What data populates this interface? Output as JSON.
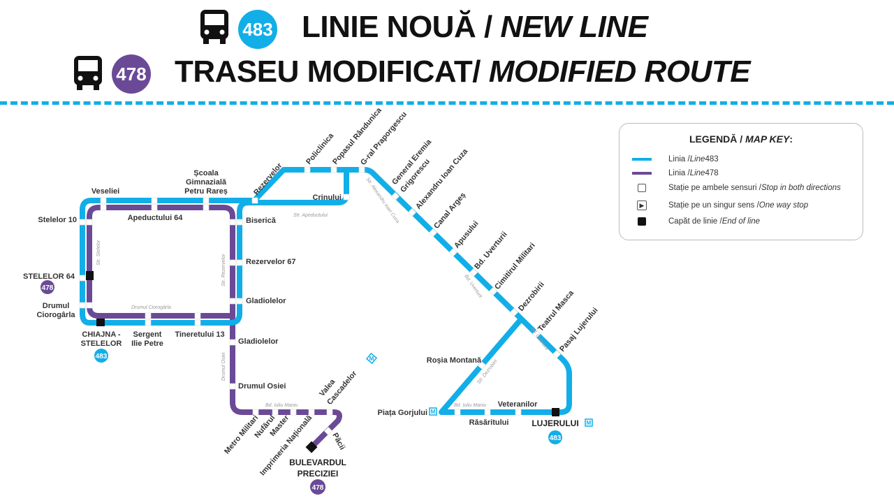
{
  "colors": {
    "line483": "#12aee8",
    "line478": "#6a4a96",
    "end": "#111111"
  },
  "header": {
    "row1": {
      "icon": "bus-icon",
      "badge": "483",
      "title": "LINIE NOUĂ / ",
      "title_italic": "NEW LINE"
    },
    "row2": {
      "icon": "bus-icon",
      "badge": "478",
      "title": "TRASEU MODIFICAT/ ",
      "title_italic": "MODIFIED ROUTE"
    }
  },
  "legend": {
    "title": "LEGENDĂ / ",
    "title_italic": "MAP KEY",
    "title_suffix": ":",
    "items": [
      {
        "text": "Linia / ",
        "italic": "Line",
        "suffix": " 483"
      },
      {
        "text": "Linia / ",
        "italic": "Line",
        "suffix": " 478"
      },
      {
        "text": "Stație pe ambele sensuri / ",
        "italic": "Stop in both directions",
        "suffix": ""
      },
      {
        "text": "Stație pe un singur sens / ",
        "italic": "One way stop",
        "suffix": ""
      },
      {
        "text": "Capăt de linie / ",
        "italic": "End of line",
        "suffix": ""
      }
    ]
  },
  "stops": {
    "veseliei": "Veseliei",
    "scoala1": "Școala",
    "scoala2": "Gimnazială",
    "scoala3": "Petru Rareș",
    "rezervelor": "Rezervelor",
    "policlinica": "Policlinica",
    "popasul": "Popasul Rândunica",
    "praporgescu": "G-ral Praporgescu",
    "crinului": "Crinului",
    "apeductului64": "Apeductului 64",
    "stelelor10": "Stelelor 10",
    "stelelor64": "STELELOR 64",
    "drumul1": "Drumul",
    "drumul2": "Ciorogârla",
    "chiajna1": "CHIAJNA -",
    "chiajna2": "STELELOR",
    "sergent1": "Sergent",
    "sergent2": "Ilie Petre",
    "tineretului": "Tineretului 13",
    "biserica": "Biserică",
    "rezervelor67": "Rezervelor 67",
    "gladiolelor": "Gladiolelor",
    "gladiolelor2": "Gladiolelor",
    "drumulOsiei": "Drumul Osiei",
    "valea1": "Valea",
    "valea2": "Cascadelor",
    "metroMilitari": "Metro Militari",
    "nufarul": "Nufărul",
    "master": "Master",
    "imprimeria": "Imprimeria Națională",
    "pacii": "Păcii",
    "bulevardul1": "BULEVARDUL",
    "bulevardul2": "PRECIZIEI",
    "eremia1": "General Eremia",
    "eremia2": "Grigorescu",
    "cuza": "Alexandru Ioan Cuza",
    "canal": "Canal Argeș",
    "apusului": "Apusului",
    "uverturii": "Bd. Uverturii",
    "cimitirul": "Cimitirul Militari",
    "dezrobirii": "Dezrobirii",
    "teatrul": "Teatrul Masca",
    "pasaj": "Pasaj Lujerului",
    "rosia": "Roșia Montană",
    "piata": "Piața Gorjului",
    "veteranilor": "Veteranilor",
    "rasaritului": "Răsăritului",
    "lujerului": "LUJERULUI",
    "metro_symbol": "M"
  },
  "streets": {
    "apeductului": "Str. Apeductului",
    "stelelor": "Str. Stelelor",
    "rezervelor": "Str. Rezervelor",
    "ciorogarla": "Drumul Ciorogârla",
    "osiei": "Drumul Osiei",
    "maniu1": "Bd. Iuliu Maniu",
    "maniu2": "Bd. Iuliu Maniu",
    "cuza": "Str. Alexandru Ioan Cuza",
    "uverturii1": "Bd. Uverturii",
    "uverturii2": "Bd. Uverturii",
    "dezrobirii": "Str. Dezrobirii"
  },
  "badges": {
    "stelelor64": "478",
    "chiajna": "483",
    "preciziei": "478",
    "lujerului": "483"
  }
}
